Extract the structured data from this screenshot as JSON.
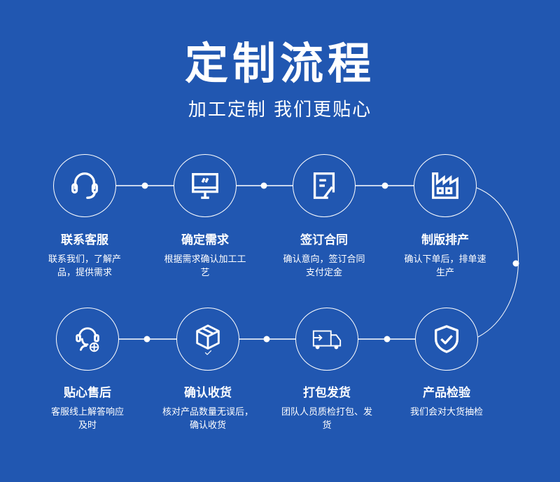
{
  "header": {
    "title": "定制流程",
    "subtitle": "加工定制 我们更贴心"
  },
  "steps": [
    {
      "label": "联系客服",
      "desc": "联系我们，了解产品，提供需求",
      "icon": "headset-icon"
    },
    {
      "label": "确定需求",
      "desc": "根据需求确认加工工艺",
      "icon": "monitor-icon"
    },
    {
      "label": "签订合同",
      "desc": "确认意向，签订合同支付定金",
      "icon": "contract-icon"
    },
    {
      "label": "制版排产",
      "desc": "确认下单后，排单速生产",
      "icon": "factory-icon"
    },
    {
      "label": "产品检验",
      "desc": "我们会对大货抽检",
      "icon": "shield-check-icon"
    },
    {
      "label": "打包发货",
      "desc": "团队人员质检打包、发货",
      "icon": "truck-icon"
    },
    {
      "label": "确认收货",
      "desc": "核对产品数量无误后，确认收货",
      "icon": "package-icon"
    },
    {
      "label": "贴心售后",
      "desc": "客服线上解答响应及时",
      "icon": "support-agent-icon"
    }
  ],
  "colors": {
    "background": "#2157b1",
    "foreground": "#ffffff"
  }
}
